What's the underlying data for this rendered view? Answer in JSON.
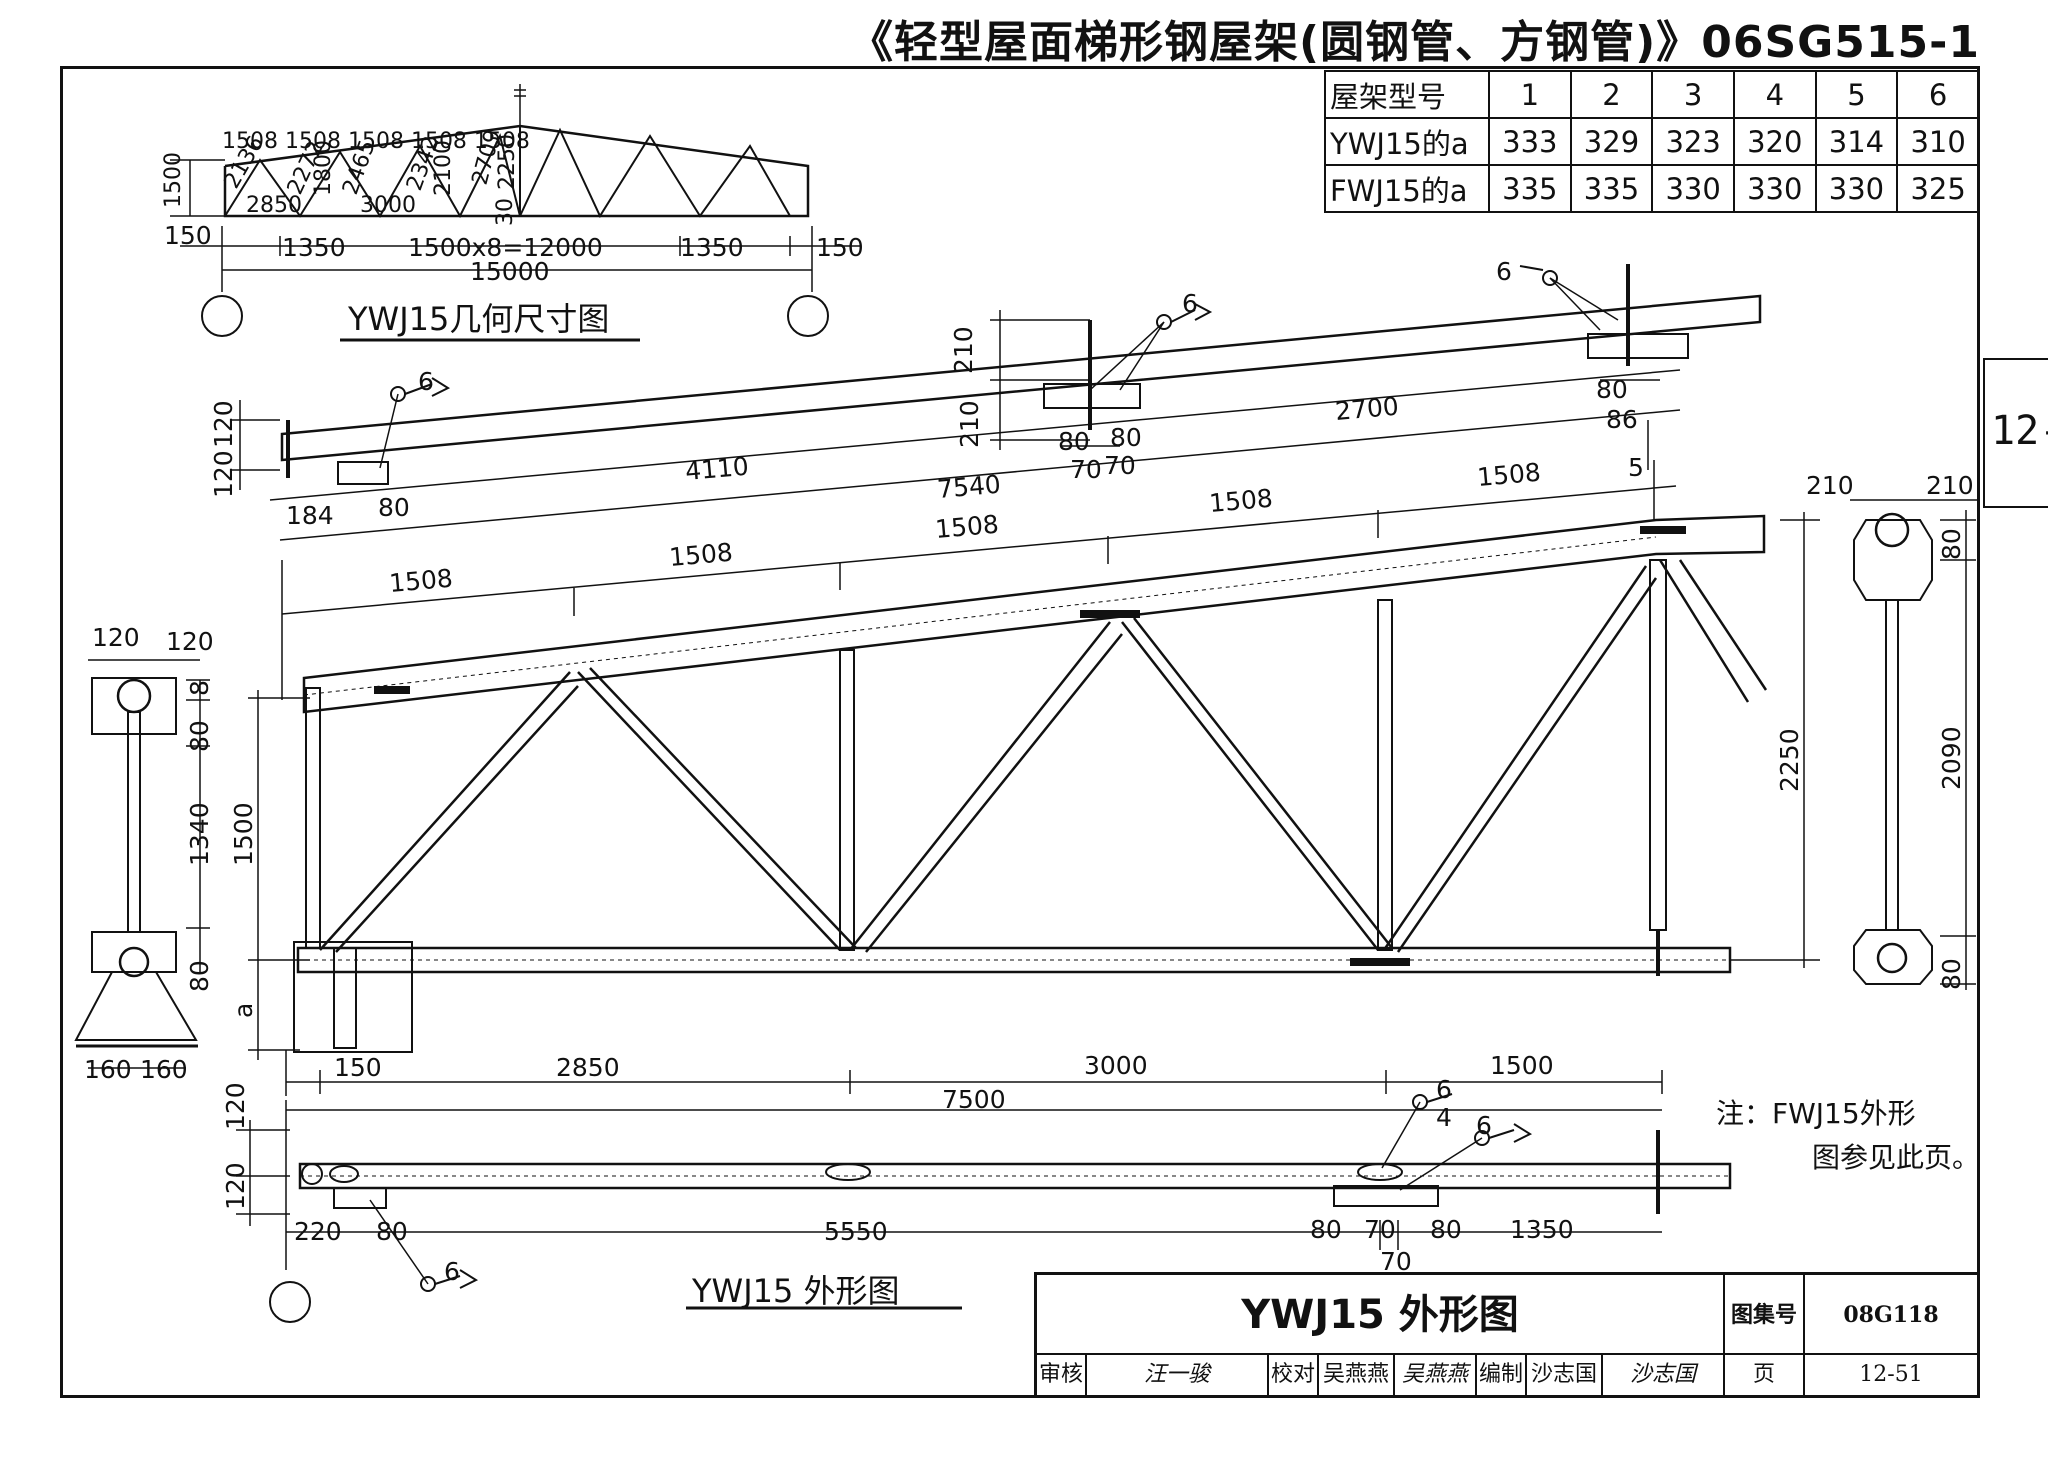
{
  "header": {
    "title": "《轻型屋面梯形钢屋架(圆钢管、方钢管)》06SG515-1"
  },
  "side_tab": {
    "label": "12-"
  },
  "type_table": {
    "header": [
      "屋架型号",
      "1",
      "2",
      "3",
      "4",
      "5",
      "6"
    ],
    "rows": [
      {
        "label": "YWJ15的a",
        "values": [
          "333",
          "329",
          "323",
          "320",
          "314",
          "310"
        ]
      },
      {
        "label": "FWJ15的a",
        "values": [
          "335",
          "335",
          "330",
          "330",
          "330",
          "325"
        ]
      }
    ]
  },
  "geometry_view": {
    "title": "YWJ15几何尺寸图",
    "dims": {
      "panel_labels": "1508 1508 1508 1508 1508",
      "height_left": "1500",
      "members": [
        "2136",
        "2850",
        "2272",
        "1800",
        "2465",
        "3000",
        "2342",
        "2100",
        "2709",
        "2250",
        "30"
      ],
      "bottom_row": [
        "150",
        "1350",
        "1500x8=12000",
        "1350",
        "150"
      ],
      "overall": "15000"
    }
  },
  "elevation_view": {
    "title": "YWJ15  外形图",
    "top_chord_plan_dims": {
      "left_offsets": [
        "120",
        "120"
      ],
      "left_lengths": [
        "184",
        "80"
      ],
      "spans": [
        "4110",
        "7540",
        "2700"
      ],
      "mid_plate": [
        "210",
        "210",
        "80",
        "80",
        "70",
        "70"
      ],
      "right_plate": [
        "80",
        "86"
      ],
      "weld": [
        "6",
        "6",
        "6"
      ]
    },
    "top_chord_panels": [
      "1508",
      "1508",
      "1508",
      "1508",
      "1508"
    ],
    "apex_offset": "5",
    "left_end": {
      "widths": [
        "120",
        "120"
      ],
      "heights": [
        "8",
        "80",
        "1340",
        "80"
      ],
      "base": [
        "160",
        "160"
      ],
      "a_label": "a",
      "height": "1500"
    },
    "right_end": {
      "widths": [
        "210",
        "210"
      ],
      "heights": [
        "80",
        "2090",
        "80"
      ],
      "height": "2250"
    },
    "bottom_dims": [
      "150",
      "2850",
      "3000",
      "1500"
    ],
    "bottom_chord_plan_dims": {
      "offsets": [
        "120",
        "120"
      ],
      "total": "7500",
      "lengths": [
        "220",
        "80",
        "5550",
        "80",
        "70",
        "80",
        "1350"
      ],
      "center_dim": "70",
      "welds": [
        "6",
        "4",
        "6",
        "6"
      ]
    }
  },
  "note": {
    "line1": "注：FWJ15外形",
    "line2": "图参见此页。"
  },
  "title_block": {
    "drawing_title": "YWJ15  外形图",
    "atlas_label": "图集号",
    "atlas_no": "08G118",
    "review_label": "审核",
    "review_name": "汪一骏",
    "check_label": "校对",
    "check_name": "吴燕燕",
    "check_sig": "吴燕燕",
    "draw_label": "编制",
    "draw_name": "沙志国",
    "draw_sig": "沙志国",
    "page_label": "页",
    "page_no": "12-51"
  }
}
